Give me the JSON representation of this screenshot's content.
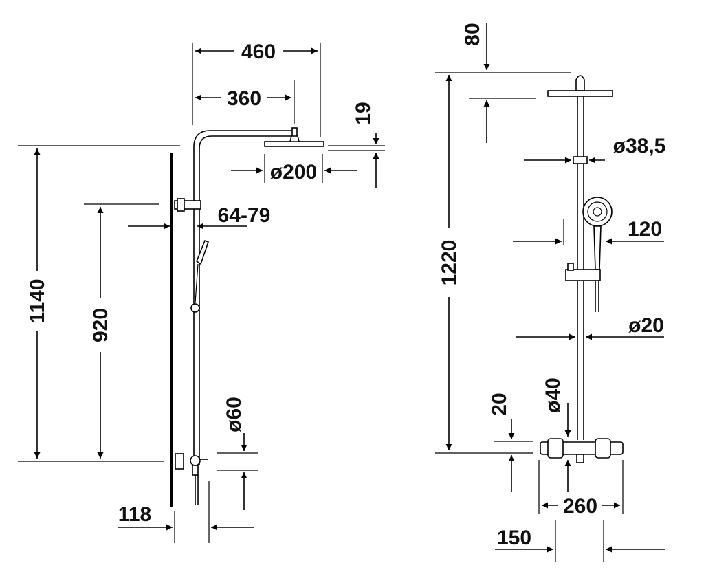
{
  "side_view": {
    "width_total": "460",
    "width_arm": "360",
    "head_height": "19",
    "head_diameter": "ø200",
    "wall_distance": "64-79",
    "height_total": "1140",
    "height_bracket": "920",
    "valve_diameter": "ø60",
    "valve_projection": "118"
  },
  "front_view": {
    "top_offset": "80",
    "height_total": "1220",
    "bracket_diameter": "ø38,5",
    "handshower_diameter": "120",
    "rail_diameter": "ø20",
    "mixer_height": "20",
    "mixer_diameter": "ø40",
    "mixer_width": "260",
    "outlet_spacing": "150"
  }
}
